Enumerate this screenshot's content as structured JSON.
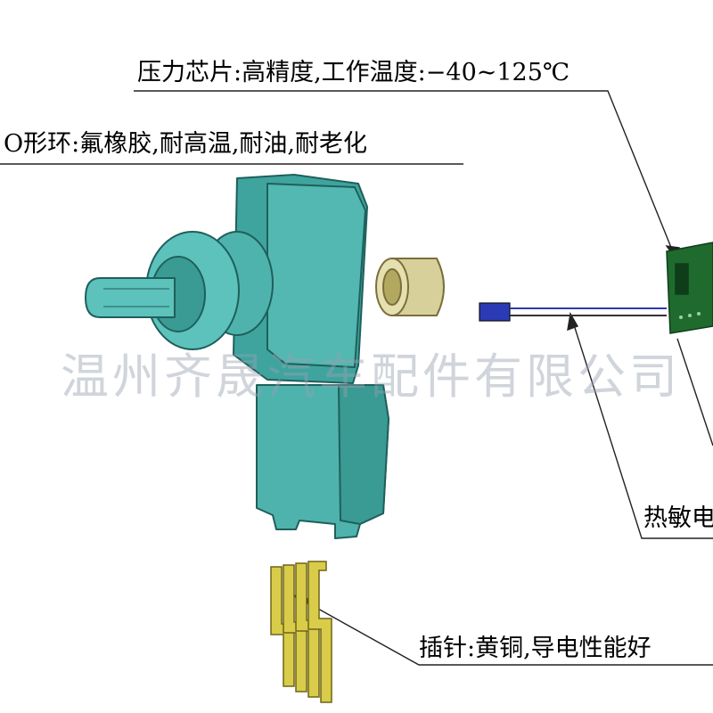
{
  "callouts": {
    "chip": "压力芯片:高精度,工作温度:−40~125℃",
    "oring": "O形环:氟橡胶,耐高温,耐油,耐老化",
    "thermistor": "热敏电",
    "pin": "插针:黄铜,导电性能好"
  },
  "watermark": "温州齐晟汽车配件有限公司",
  "colors": {
    "housing": "#4fb3ad",
    "housing_dark": "#2f8f8a",
    "oring": "#d8d09a",
    "pcb": "#1f6b2e",
    "thermistor_head": "#2a3bb5",
    "pins": "#d9cc4a",
    "leader_lines": "#222222"
  }
}
